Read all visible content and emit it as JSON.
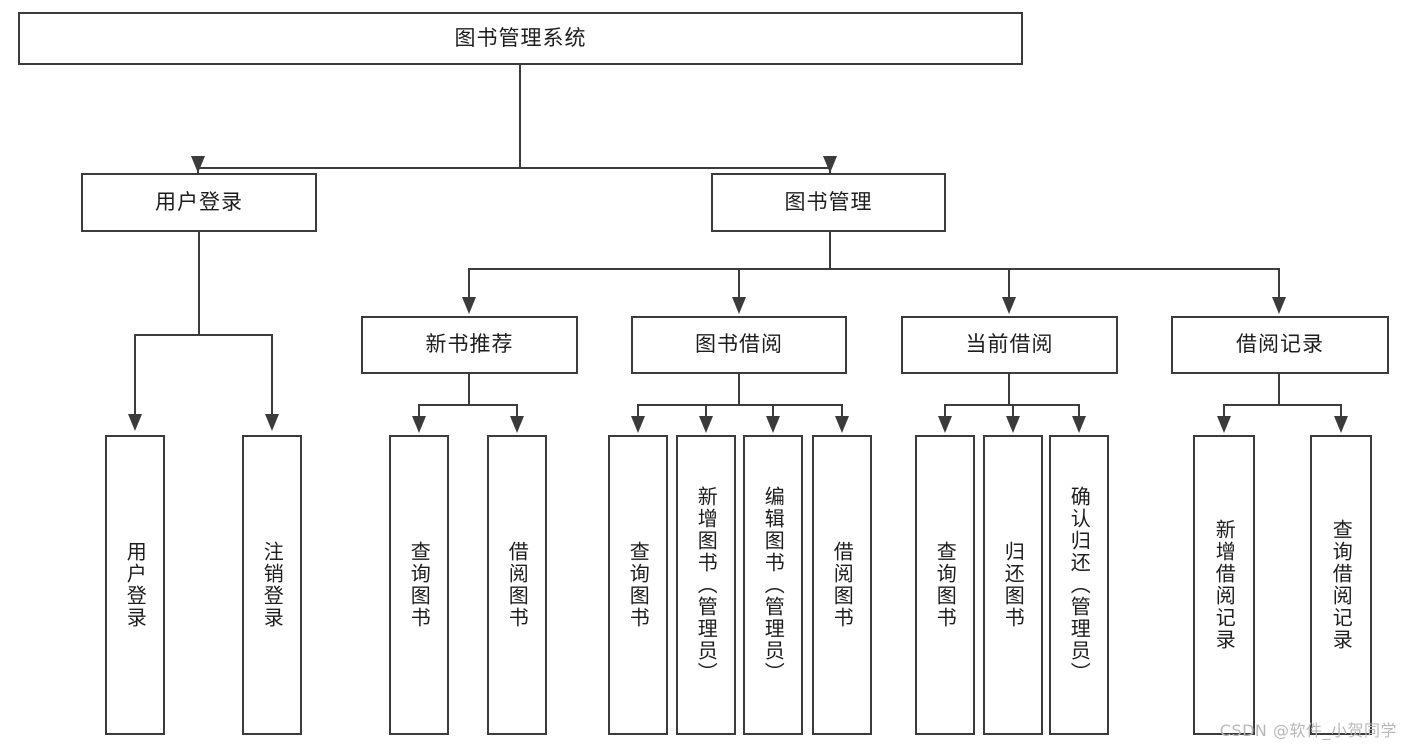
{
  "diagram": {
    "title": "图书管理系统",
    "root": {
      "label": "图书管理系统"
    },
    "level2": [
      {
        "label": "用户登录"
      },
      {
        "label": "图书管理"
      }
    ],
    "level3": [
      {
        "label": "新书推荐"
      },
      {
        "label": "图书借阅"
      },
      {
        "label": "当前借阅"
      },
      {
        "label": "借阅记录"
      }
    ],
    "leaves": {
      "user_login": [
        {
          "label": "用户登录"
        },
        {
          "label": "注销登录"
        }
      ],
      "new_book_recommend": [
        {
          "label": "查询图书"
        },
        {
          "label": "借阅图书"
        }
      ],
      "book_borrow": [
        {
          "label": "查询图书"
        },
        {
          "label": "新增图书（管理员）"
        },
        {
          "label": "编辑图书（管理员）"
        },
        {
          "label": "借阅图书"
        }
      ],
      "current_borrow": [
        {
          "label": "查询图书"
        },
        {
          "label": "归还图书"
        },
        {
          "label": "确认归还（管理员）"
        }
      ],
      "borrow_record": [
        {
          "label": "新增借阅记录"
        },
        {
          "label": "查询借阅记录"
        }
      ]
    }
  },
  "watermark": {
    "text": "CSDN @软件_小贺同学"
  },
  "colors": {
    "border": "#3b3b3b",
    "text": "#1d1d1d",
    "background": "#ffffff",
    "watermark": "#b8b8b8"
  }
}
